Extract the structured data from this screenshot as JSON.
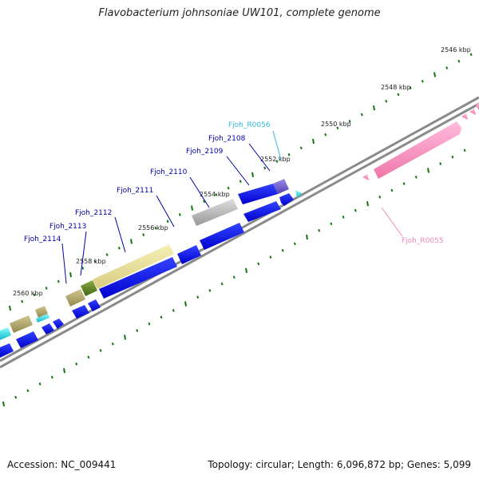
{
  "title": "Flavobacterium johnsoniae UW101, complete genome",
  "footer": {
    "accession": "Accession: NC_009441",
    "summary": "Topology: circular; Length: 6,096,872 bp; Genes: 5,099"
  },
  "ticks": [
    {
      "label": "2546 kbp",
      "major": true
    },
    {
      "label": "2548 kbp",
      "major": true
    },
    {
      "label": "2550 kbp",
      "major": true
    },
    {
      "label": "2552 kbp",
      "major": true
    },
    {
      "label": "2554 kbp",
      "major": true
    },
    {
      "label": "2556 kbp",
      "major": true
    },
    {
      "label": "2558 kbp",
      "major": true
    },
    {
      "label": "2560 kbp",
      "major": true
    }
  ],
  "gene_labels": [
    {
      "text": "Fjoh_R0056",
      "color": "#33bbdd"
    },
    {
      "text": "Fjoh_2108",
      "color": "#0000aa"
    },
    {
      "text": "Fjoh_2109",
      "color": "#0000aa"
    },
    {
      "text": "Fjoh_2110",
      "color": "#0000aa"
    },
    {
      "text": "Fjoh_2111",
      "color": "#0000aa"
    },
    {
      "text": "Fjoh_2112",
      "color": "#0000aa"
    },
    {
      "text": "Fjoh_2113",
      "color": "#0000aa"
    },
    {
      "text": "Fjoh_2114",
      "color": "#0000aa"
    },
    {
      "text": "Fjoh_R0055",
      "color": "#ee88bb"
    }
  ],
  "colors": {
    "backbone": "#888888",
    "tick": "#117711",
    "cds": "#0000ee",
    "rna": "#ee88bb",
    "trna": "#33bbdd",
    "cog_gray": "#aaaaaa",
    "cog_yellow": "#e8e090",
    "cog_olive": "#a8a060",
    "cog_green": "#557722",
    "cog_purple": "#7766cc",
    "cog_cyan": "#22dddd"
  }
}
